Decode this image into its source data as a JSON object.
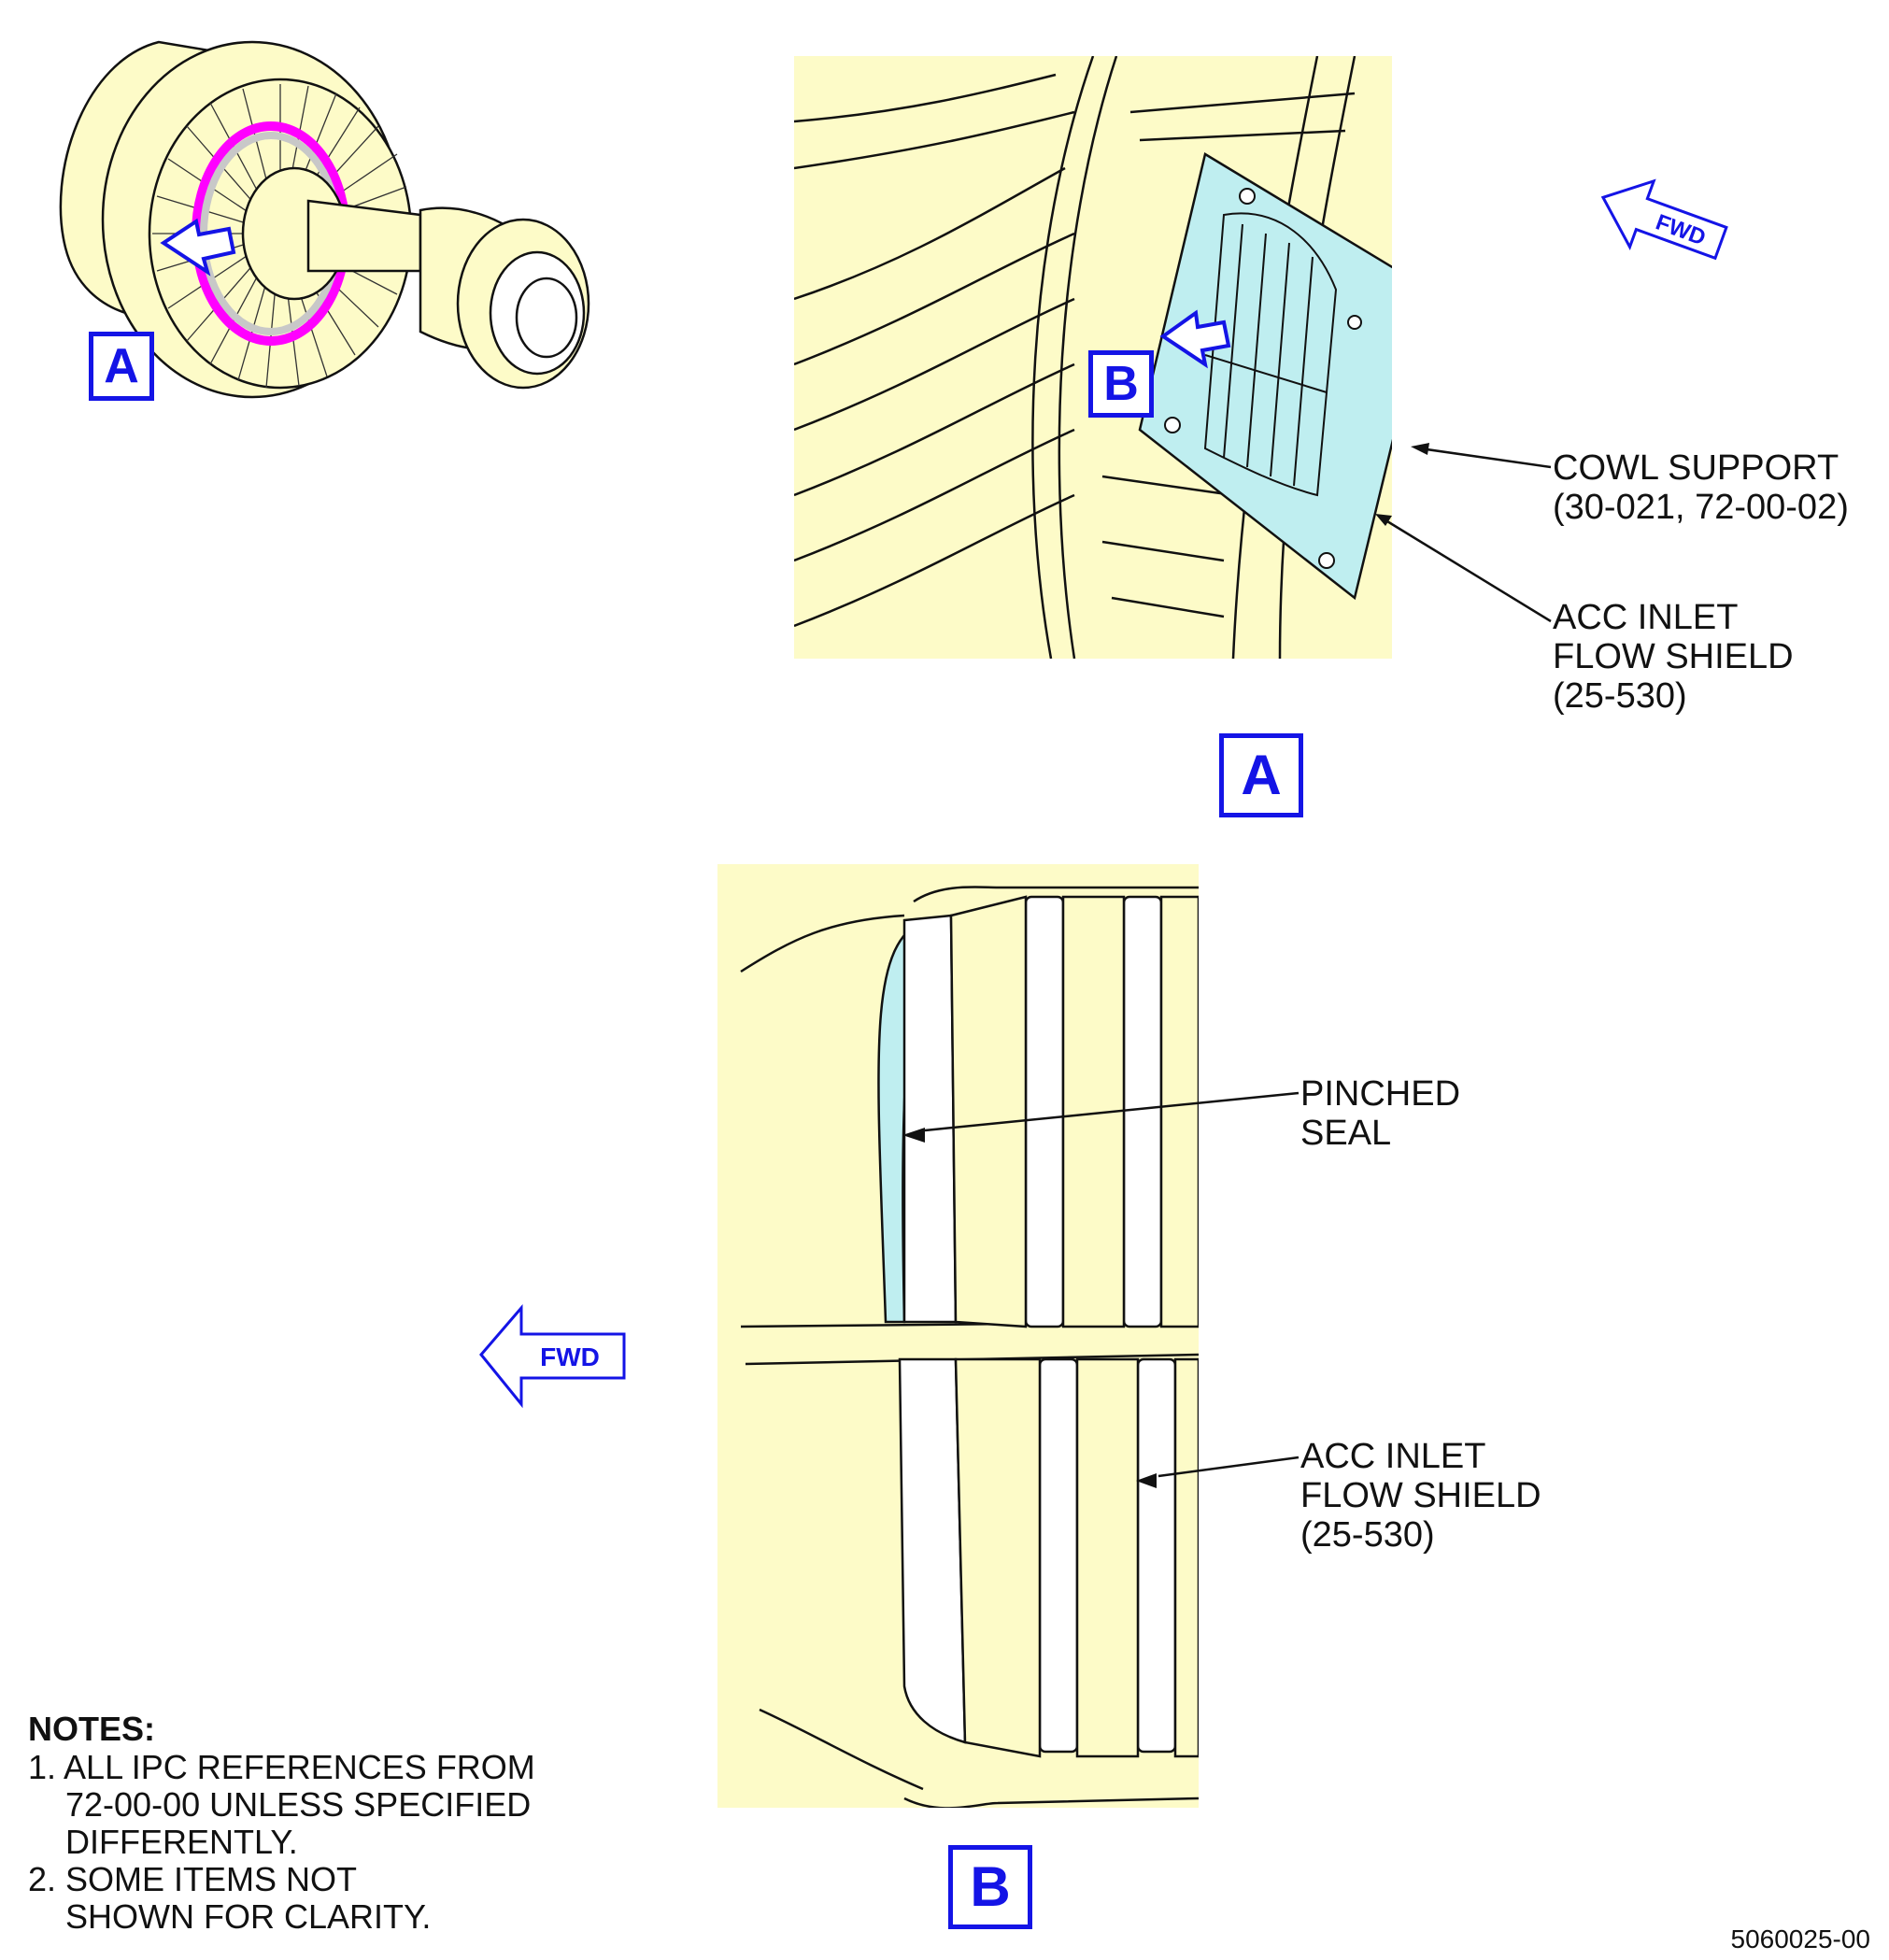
{
  "callouts": {
    "a_small": "A",
    "b_small": "B",
    "a_view": "A",
    "b_view": "B"
  },
  "fwd": {
    "top": "FWD",
    "bottom": "FWD"
  },
  "view_a": {
    "cowl_support": "COWL SUPPORT\n(30-021, 72-00-02)",
    "flow_shield": "ACC INLET\nFLOW SHIELD\n(25-530)"
  },
  "view_b": {
    "pinched_seal": "PINCHED\nSEAL",
    "flow_shield": "ACC INLET\nFLOW SHIELD\n(25-530)"
  },
  "notes": {
    "title": "NOTES:",
    "items": [
      "1. ALL IPC REFERENCES FROM\n    72-00-00 UNLESS SPECIFIED\n    DIFFERENTLY.",
      "2. SOME ITEMS NOT\n    SHOWN FOR CLARITY."
    ]
  },
  "figure_id": "5060025-00",
  "colors": {
    "highlight": "#bfeef0",
    "background": "#fdfbc8",
    "callout": "#1414e6",
    "ring": "#ff00ff"
  }
}
